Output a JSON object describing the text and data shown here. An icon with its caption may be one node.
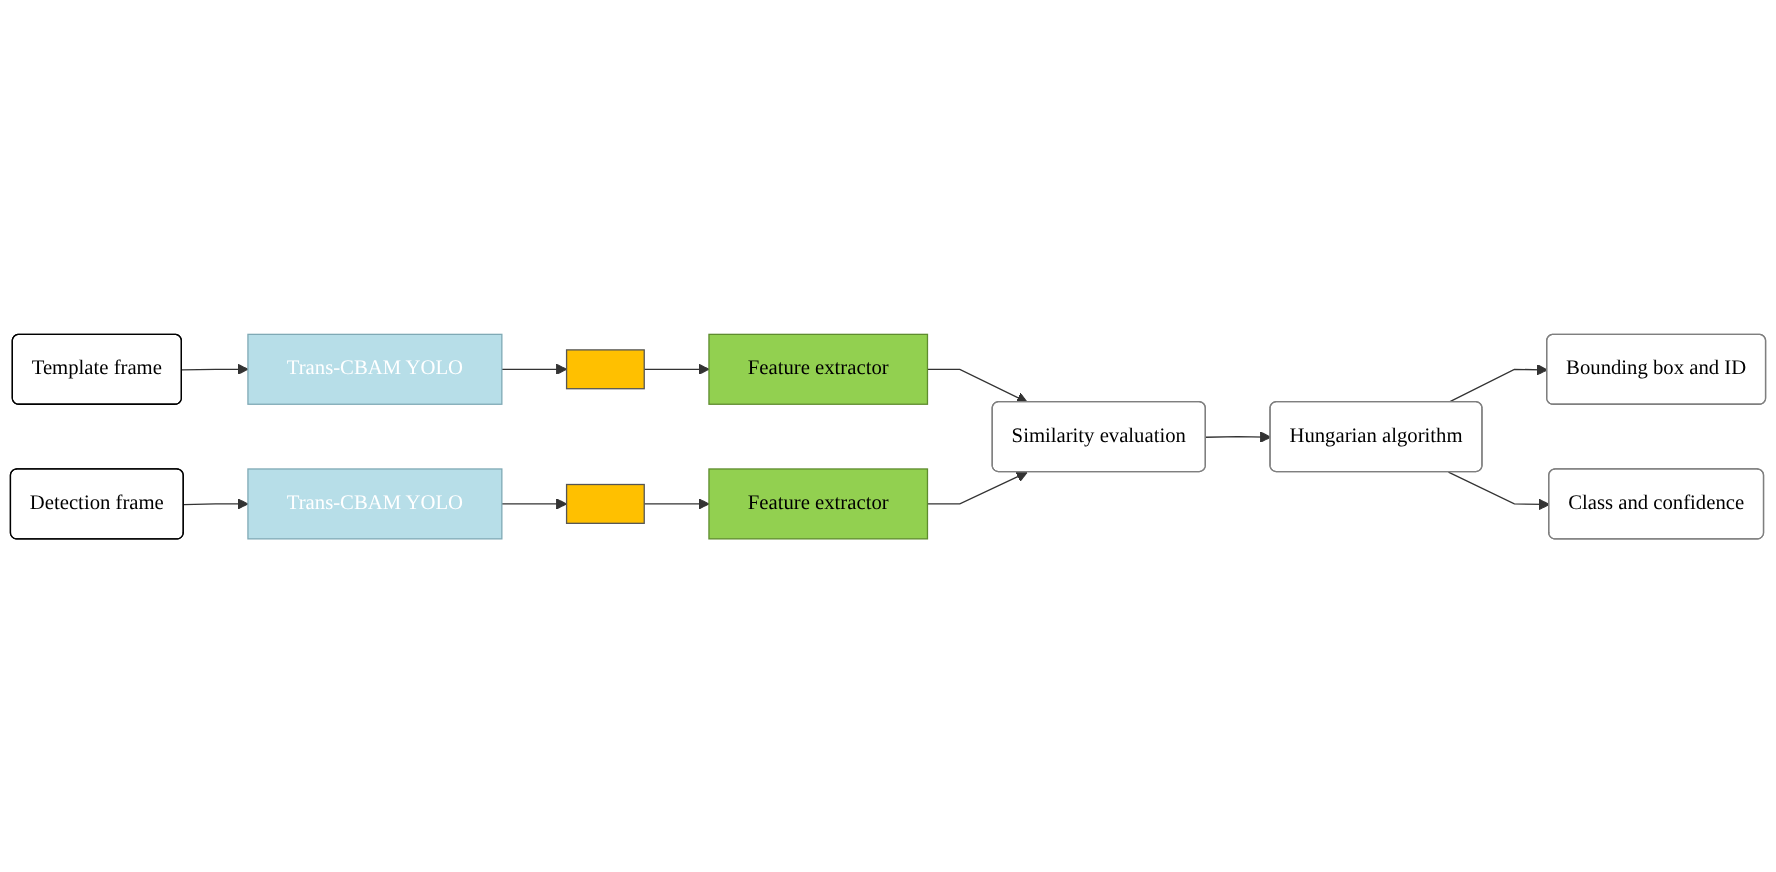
{
  "diagram": {
    "nodes": [
      {
        "text": [
          "Template frame"
        ]
      },
      {
        "text": [
          "Trans-CBAM YOLO"
        ]
      },
      {
        "text": [],
        "shape": "box"
      },
      {
        "text": [
          "Feature extractor"
        ]
      },
      {
        "text": [
          "Detection frame"
        ]
      },
      {
        "text": [
          "Trans-CBAM YOLO"
        ]
      },
      {
        "text": [],
        "shape": "box"
      },
      {
        "text": [
          "Feature extractor"
        ]
      },
      {
        "text": [
          "Similarity evaluation"
        ]
      },
      {
        "text": [
          "Hungarian algorithm"
        ]
      },
      {
        "text": [
          "Bounding box and ID"
        ]
      },
      {
        "text": [
          "Class and confidence"
        ]
      }
    ],
    "edges": [
      {
        "from": 0,
        "to": 1,
        "arrow": "to"
      },
      {
        "from": 1,
        "to": 2,
        "arrow": "to"
      },
      {
        "from": 2,
        "to": 3,
        "arrow": "to"
      },
      {
        "from": 3,
        "to": 8,
        "arrow": "to"
      },
      {
        "from": 4,
        "to": 5,
        "arrow": "to"
      },
      {
        "from": 5,
        "to": 6,
        "arrow": "to"
      },
      {
        "from": 6,
        "to": 7,
        "arrow": "to"
      },
      {
        "from": 7,
        "to": 8,
        "arrow": "to"
      },
      {
        "from": 8,
        "to": 9,
        "arrow": "to"
      },
      {
        "from": 9,
        "to": 10,
        "arrow": "to"
      },
      {
        "from": 9,
        "to": 11,
        "arrow": "to"
      }
    ]
  }
}
